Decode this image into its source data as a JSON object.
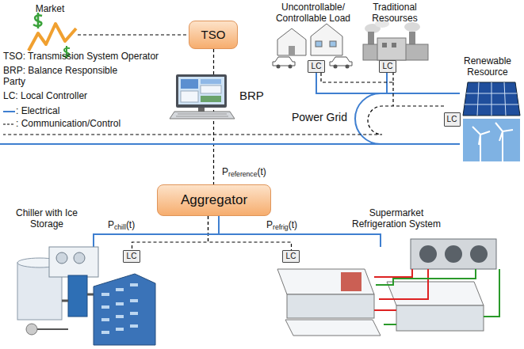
{
  "diagram": {
    "nodes": [
      {
        "text": [
          "TSO"
        ]
      },
      {
        "text": [
          "LC"
        ]
      },
      {
        "text": [
          "LC"
        ]
      },
      {
        "text": [
          "LC"
        ]
      },
      {
        "text": [
          "Aggregator"
        ]
      },
      {
        "text": [
          "LC"
        ]
      },
      {
        "text": [
          "LC"
        ]
      }
    ],
    "edges": [
      {
        "from": 0,
        "to": 4,
        "arrow": "none"
      },
      {
        "from": 4,
        "to": 5,
        "arrow": "none"
      },
      {
        "from": 4,
        "to": 6,
        "arrow": "none"
      }
    ],
    "labels": [
      "Market",
      "TSO: Transmission System Operator",
      "BRP: Balance Responsible Party",
      "LC: Local Controller",
      "BRP",
      "Uncontrollable/ Controllable Load",
      "Traditional Resourses",
      "Renewable Resource",
      "Power Grid",
      "Preference(t)",
      "Pchill(t)",
      "Prefrig(t)",
      "Chiller with Ice Storage",
      "Supermarket Refrigeration System"
    ],
    "legend": [
      {
        "text": ": Electrical"
      },
      {
        "text": ": Communication/Control"
      }
    ]
  }
}
